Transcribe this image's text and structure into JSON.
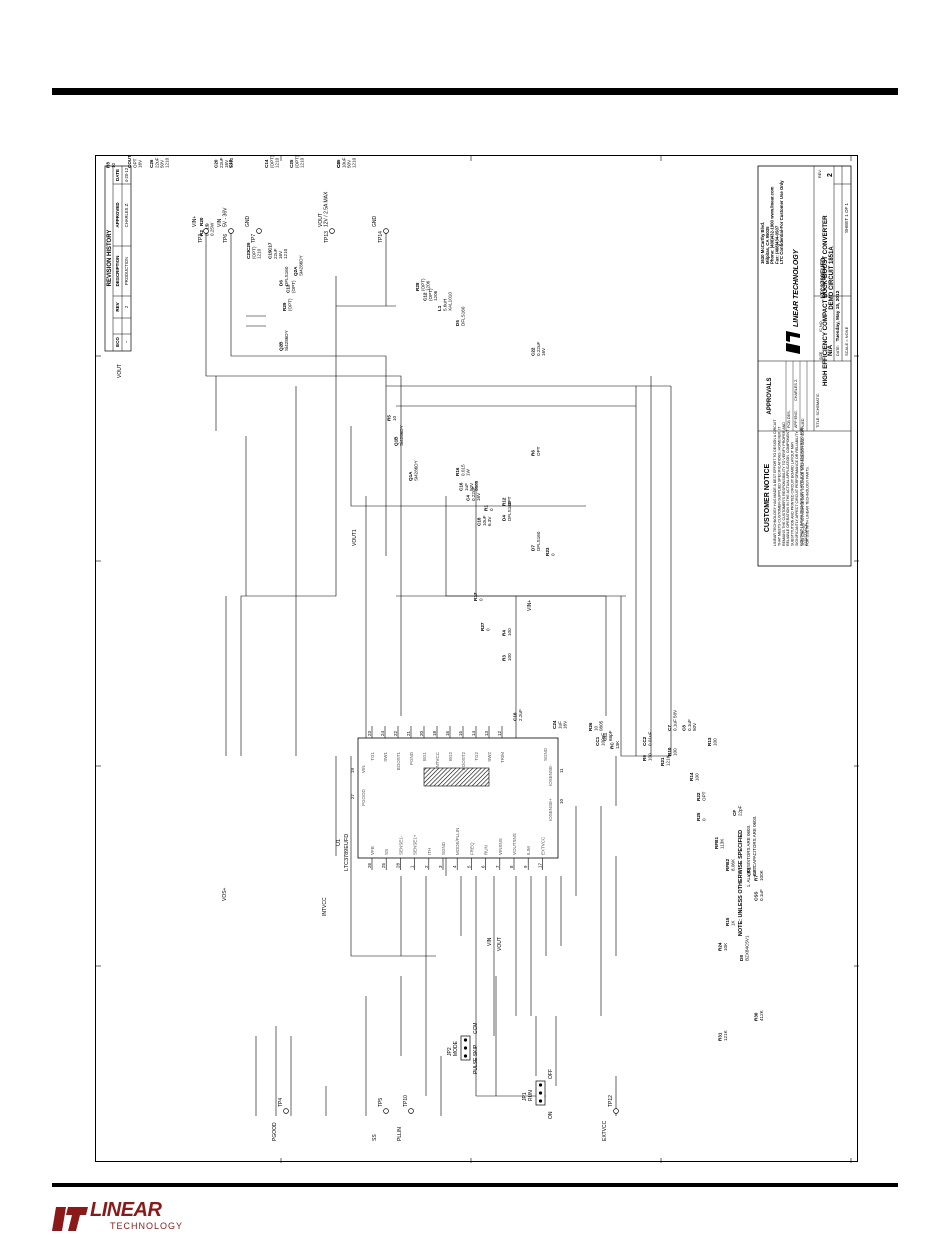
{
  "revision_history": {
    "heading": "REVISION HISTORY",
    "columns": [
      "ECO",
      "REV",
      "DESCRIPTION",
      "APPROVED",
      "DATE"
    ],
    "row": [
      "–",
      "2",
      "PRODUCTION",
      "CHARLES Z.",
      "4-20-12"
    ]
  },
  "title_block": {
    "customer_notice_heading": "CUSTOMER NOTICE",
    "customer_notice_text": "LINEAR TECHNOLOGY HAS MADE A BEST EFFORT TO DESIGN A CIRCUIT THAT MEETS CUSTOMER-SUPPLIED SPECIFICATIONS; HOWEVER, IT REMAINS THE CUSTOMER'S RESPONSIBILITY TO VERIFY PROPER AND RELIABLE OPERATION IN THE ACTUAL APPLICATION. COMPONENT SUBSTITUTION AND PRINTED CIRCUIT BOARD LAYOUT MAY SIGNIFICANTLY AFFECT CIRCUIT PERFORMANCE OR RELIABILITY. CONTACT LINEAR TECHNOLOGY APPLICATIONS ENGINEERING FOR ASSISTANCE.",
    "proprietary_text": "THIS CIRCUIT IS PROPRIETARY TO LINEAR TECHNOLOGY AND SUPPLIED FOR USE WITH LINEAR TECHNOLOGY PARTS.",
    "approvals_heading": "APPROVALS",
    "pcb_des": "PCB DES.",
    "app_eng": "APP ENG.",
    "app_eng_name": "CHARLES Z.",
    "company": "LINEAR TECHNOLOGY",
    "address": "1630 McCarthy Blvd.\nMilpitas, CA 95035\nPhone: (408)432-1900  www.linear.com\nFax: (408)434-0507\nLTC Confidential-For Customer Use Only",
    "title_label": "TITLE: SCHEMATIC",
    "title": "HIGH EFFICIENCY COMPACT BUCK-BOOST CONVERTER",
    "size_label": "SIZE",
    "size": "N/A",
    "ic_no_label": "IC NO.",
    "ic_no": "LTC3789EUFD",
    "demo_circuit": "DEMO CIRCUIT 1851A",
    "rev_label": "REV.",
    "rev": "2",
    "scale": "SCALE = NONE",
    "date_label": "DATE:",
    "date": "Tuesday, May 15, 2012",
    "sheet": "SHEET  1  OF  1"
  },
  "notes": {
    "heading": "NOTE: UNLESS OTHERWISE SPECIFIED",
    "lines": [
      "1. ALL RESISTORS ARE 0603.",
      "ALL CAPACITORS ARE 0603."
    ]
  },
  "ic": {
    "ref": "U1",
    "part": "LTC3789EUFD",
    "left_pins": [
      {
        "num": "23",
        "name": "TG1"
      },
      {
        "num": "24",
        "name": "SW1"
      },
      {
        "num": "22",
        "name": "BOOST1"
      },
      {
        "num": "21",
        "name": "PGND"
      },
      {
        "num": "20",
        "name": "BG1"
      },
      {
        "num": "18",
        "name": "INTVCC"
      },
      {
        "num": "16",
        "name": "BG2"
      },
      {
        "num": "15",
        "name": "BOOST2"
      },
      {
        "num": "14",
        "name": "TG2"
      },
      {
        "num": "13",
        "name": "SW2"
      },
      {
        "num": "12",
        "name": "TRIM"
      }
    ],
    "right_pins": [
      {
        "num": "26",
        "name": "VFB"
      },
      {
        "num": "25",
        "name": "SS"
      },
      {
        "num": "28",
        "name": "SENSE1-"
      },
      {
        "num": "1",
        "name": "SENSE1+"
      },
      {
        "num": "2",
        "name": "ITH"
      },
      {
        "num": "3",
        "name": "SGND"
      },
      {
        "num": "4",
        "name": "MODE/PLLIN"
      },
      {
        "num": "5",
        "name": "FREQ"
      },
      {
        "num": "6",
        "name": "RUN"
      },
      {
        "num": "7",
        "name": "VINSNS"
      },
      {
        "num": "8",
        "name": "VOUTSNS"
      },
      {
        "num": "9",
        "name": "ILIM"
      },
      {
        "num": "17",
        "name": "EXTVCC"
      }
    ],
    "top_pins": [
      {
        "num": "19",
        "name": "VIN"
      },
      {
        "num": "11",
        "name": "IOSENSE-"
      }
    ],
    "bottom_pins": [
      {
        "num": "27",
        "name": "PGOOD"
      },
      {
        "num": "10",
        "name": "IOSENSE+"
      }
    ],
    "side_label": "SGND"
  },
  "connectors": [
    {
      "ref": "TP3",
      "label": "VIN+"
    },
    {
      "ref": "TP6",
      "label": "VIN\n5V - 36V"
    },
    {
      "ref": "TP7",
      "label": "GND"
    },
    {
      "ref": "TP13",
      "label": "VOUT\n12V / 2.5A MAX"
    },
    {
      "ref": "TP14",
      "label": "GND"
    },
    {
      "ref": "TP4",
      "label": "PGOOD"
    },
    {
      "ref": "TP5",
      "label": "SS"
    },
    {
      "ref": "TP10",
      "label": "PLLIN"
    },
    {
      "ref": "TP12",
      "label": "EXTVCC"
    }
  ],
  "jumpers": [
    {
      "ref": "JP2",
      "label": "MODE",
      "options": [
        "PULSE SKIP",
        "CCM"
      ]
    },
    {
      "ref": "JP1",
      "label": "RUN",
      "options": [
        "ON",
        "OFF"
      ]
    }
  ],
  "components": [
    {
      "ref": "C26",
      "value": "22uF\n50V\n1210"
    },
    {
      "ref": "R8",
      "value": "10"
    },
    {
      "ref": "COUT1",
      "value": "OPT\n16V"
    },
    {
      "ref": "C19",
      "value": ""
    },
    {
      "ref": "C20",
      "value": "22uF\n16V\n1210"
    },
    {
      "ref": "R20",
      "value": "0"
    },
    {
      "ref": "R2",
      "value": "0.015\n0.25W"
    },
    {
      "ref": "C14",
      "value": "(OPT)\n1210"
    },
    {
      "ref": "C17",
      "value": ""
    },
    {
      "ref": "C15",
      "value": "22uF\n16V\n1210"
    },
    {
      "ref": "C29",
      "value": ""
    },
    {
      "ref": "C23",
      "value": "(OPT)\n1210"
    },
    {
      "ref": "C25",
      "value": "(OPT)\n1210"
    },
    {
      "ref": "D6",
      "value": "DFLS160"
    },
    {
      "ref": "C13",
      "value": "(OPT)"
    },
    {
      "ref": "R29",
      "value": "(OPT)"
    },
    {
      "ref": "C9",
      "value": ""
    },
    {
      "ref": "C25",
      "value": "10uF\n50V\n1210"
    },
    {
      "ref": "Q2A",
      "value": "Si4286DY"
    },
    {
      "ref": "Q2B",
      "value": "Si4286DY"
    },
    {
      "ref": "R28",
      "value": "(OPT)\n1206"
    },
    {
      "ref": "C12",
      "value": "(OPT)\n1206"
    },
    {
      "ref": "L1",
      "value": "5.6uH\nXAL1010"
    },
    {
      "ref": "D5",
      "value": "DFLS160"
    },
    {
      "ref": "R5",
      "value": "10"
    },
    {
      "ref": "Q1B",
      "value": "Si4286DY"
    },
    {
      "ref": "Q1A",
      "value": "Si4286DY"
    },
    {
      "ref": "R16",
      "value": "0.015\n1W"
    },
    {
      "ref": "C16",
      "value": "1uF\n50V\n0805"
    },
    {
      "ref": "C4",
      "value": "0.22uF\n16V"
    },
    {
      "ref": "C18",
      "value": "10uF\n6.3V"
    },
    {
      "ref": "R1",
      "value": "0"
    },
    {
      "ref": "C22",
      "value": "0.22uF\n16V"
    },
    {
      "ref": "R6",
      "value": "OPT"
    },
    {
      "ref": "R12",
      "value": "OPT"
    },
    {
      "ref": "D4",
      "value": "DFLS160"
    },
    {
      "ref": "D7",
      "value": "DFLS160"
    },
    {
      "ref": "R23",
      "value": "0"
    },
    {
      "ref": "R17",
      "value": "0"
    },
    {
      "ref": "R27",
      "value": "0"
    },
    {
      "ref": "R4",
      "value": "100"
    },
    {
      "ref": "R3",
      "value": "100"
    },
    {
      "ref": "C10",
      "value": "2.2uF"
    },
    {
      "ref": "C24",
      "value": "1uF\n16V"
    },
    {
      "ref": "R26",
      "value": "10\n0805"
    },
    {
      "ref": "C11",
      "value": "68pF"
    },
    {
      "ref": "CC1",
      "value": "100pF"
    },
    {
      "ref": "RC",
      "value": "13K"
    },
    {
      "ref": "CC2",
      "value": "0.01uF"
    },
    {
      "ref": "R9",
      "value": "100"
    },
    {
      "ref": "R10",
      "value": "100"
    },
    {
      "ref": "R21",
      "value": "121K"
    },
    {
      "ref": "C7",
      "value": "0.1uF 50V"
    },
    {
      "ref": "C8",
      "value": "0.1uF\n50V"
    },
    {
      "ref": "R13",
      "value": "100"
    },
    {
      "ref": "R14",
      "value": "100"
    },
    {
      "ref": "R22",
      "value": "OPT"
    },
    {
      "ref": "R25",
      "value": "0"
    },
    {
      "ref": "CF",
      "value": "22pF"
    },
    {
      "ref": "RFB1",
      "value": "113K"
    },
    {
      "ref": "RFB2",
      "value": "8.06K"
    },
    {
      "ref": "CF1",
      "value": "OPT"
    },
    {
      "ref": "R7",
      "value": "100K"
    },
    {
      "ref": "CSS",
      "value": "0.1uF"
    },
    {
      "ref": "R15",
      "value": "1K"
    },
    {
      "ref": "R24",
      "value": "10K"
    },
    {
      "ref": "D8",
      "value": "BZX84C5V1"
    },
    {
      "ref": "R30",
      "value": "412K"
    },
    {
      "ref": "R31",
      "value": "121K"
    }
  ],
  "net_labels": [
    "VOUT",
    "VOUT1",
    "VIN+",
    "VOS+",
    "INTVCC",
    "VIN",
    "VOUT"
  ],
  "footer": {
    "brand": "LINEAR",
    "sub": "TECHNOLOGY"
  }
}
